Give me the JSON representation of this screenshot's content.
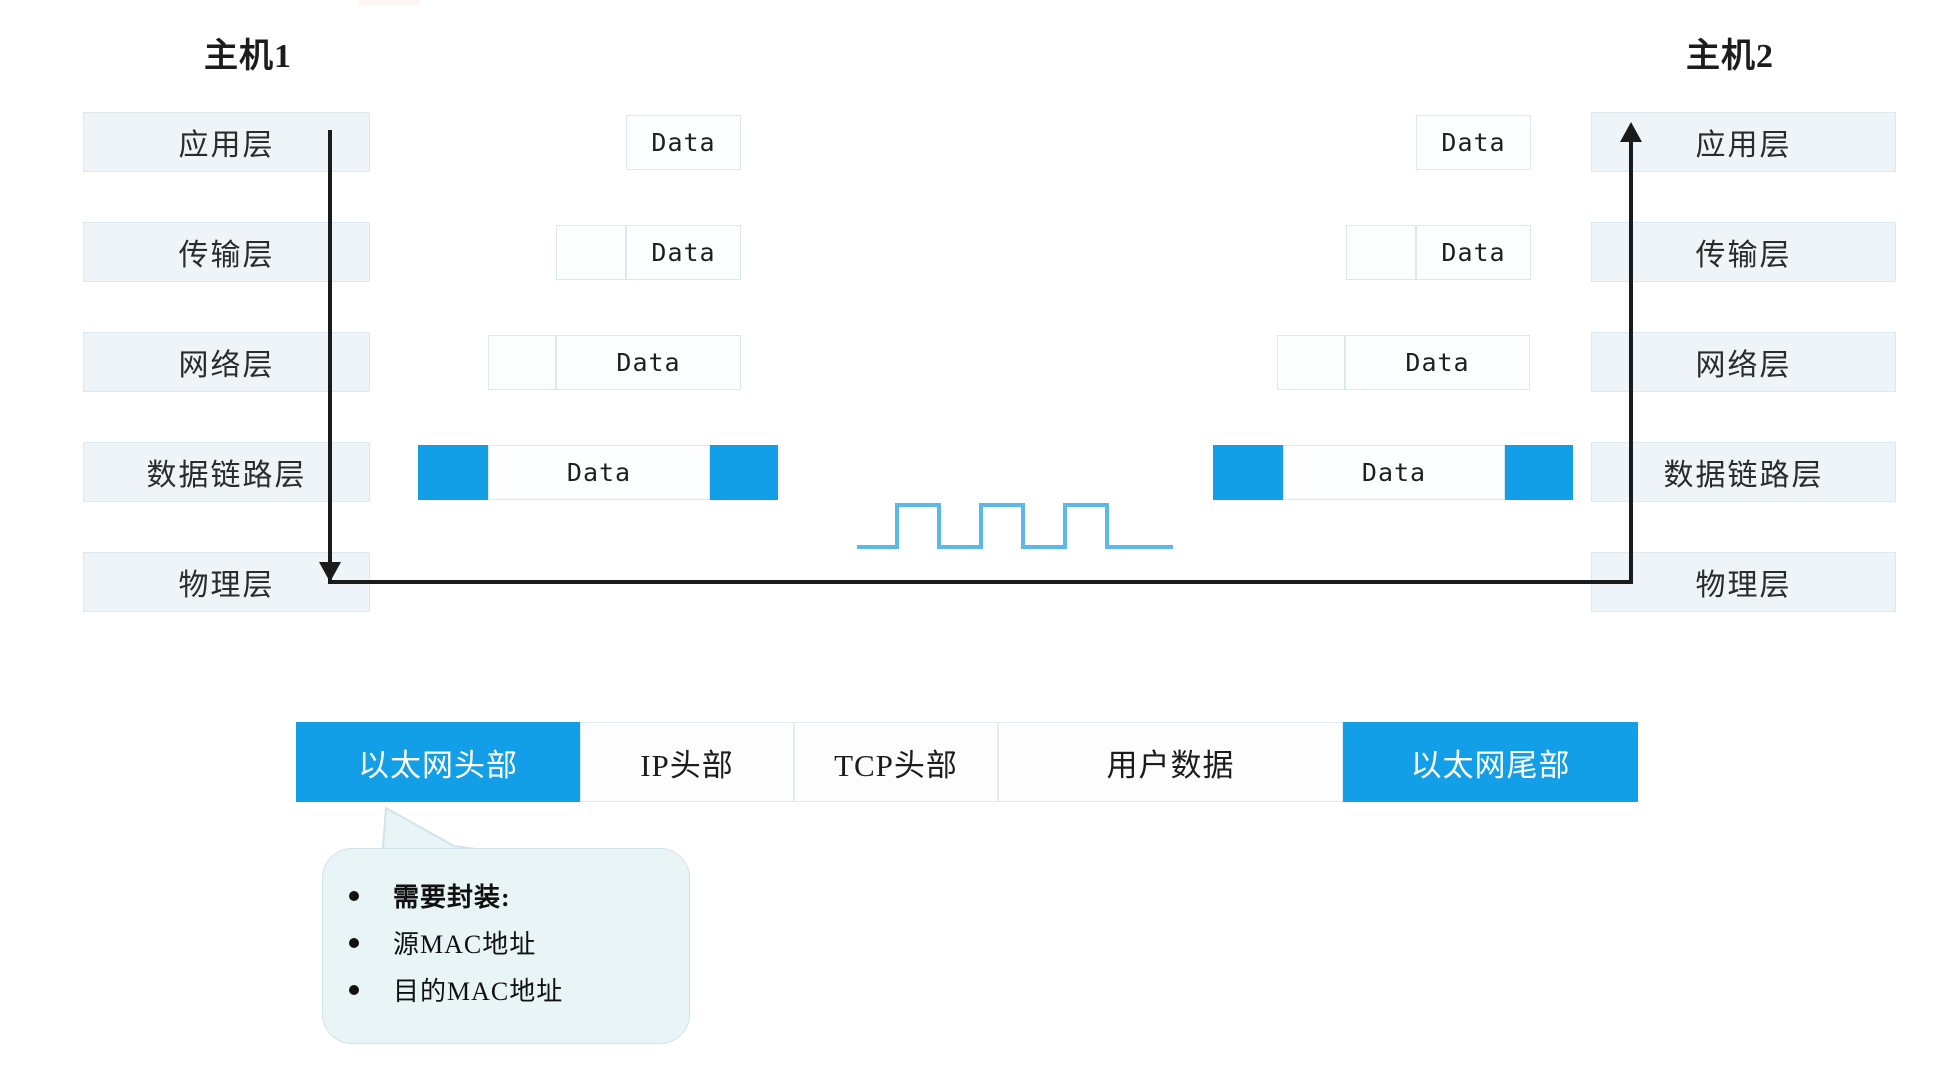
{
  "colors": {
    "accent_blue": "#129fe8",
    "layer_fill": "#eef4f7",
    "layer_border": "#dde8ef",
    "packet_border": "#dbe8f0",
    "wave_stroke": "#5bb8e8",
    "arrow": "#1b1b1b",
    "callout_fill": "#e9f4f7",
    "callout_border": "#cfe4ec"
  },
  "hosts": {
    "left": {
      "title": "主机1"
    },
    "right": {
      "title": "主机2"
    }
  },
  "layers": [
    {
      "name": "application",
      "label": "应用层"
    },
    {
      "name": "transport",
      "label": "传输层"
    },
    {
      "name": "network",
      "label": "网络层"
    },
    {
      "name": "datalink",
      "label": "数据链路层"
    },
    {
      "name": "physical",
      "label": "物理层"
    }
  ],
  "packets": {
    "data_label": "Data",
    "left": [
      {
        "layer": "application",
        "segments": [
          "data"
        ]
      },
      {
        "layer": "transport",
        "segments": [
          "header",
          "data"
        ]
      },
      {
        "layer": "network",
        "segments": [
          "header",
          "data"
        ]
      },
      {
        "layer": "datalink",
        "segments": [
          "blue",
          "data",
          "blue"
        ]
      }
    ],
    "right": [
      {
        "layer": "application",
        "segments": [
          "data"
        ]
      },
      {
        "layer": "transport",
        "segments": [
          "header",
          "data"
        ]
      },
      {
        "layer": "network",
        "segments": [
          "header",
          "data"
        ]
      },
      {
        "layer": "datalink",
        "segments": [
          "blue",
          "data",
          "blue"
        ]
      }
    ]
  },
  "signal": {
    "name": "square-wave",
    "pulses": 3
  },
  "frame_bar": {
    "cells": [
      {
        "label": "以太网头部",
        "accent": true
      },
      {
        "label": "IP头部",
        "accent": false
      },
      {
        "label": "TCP头部",
        "accent": false
      },
      {
        "label": "用户数据",
        "accent": false
      },
      {
        "label": "以太网尾部",
        "accent": true
      }
    ]
  },
  "callout": {
    "items": [
      {
        "text": "需要封装:",
        "bold": true
      },
      {
        "text": "源MAC地址",
        "bold": false
      },
      {
        "text": "目的MAC地址",
        "bold": false
      }
    ]
  }
}
